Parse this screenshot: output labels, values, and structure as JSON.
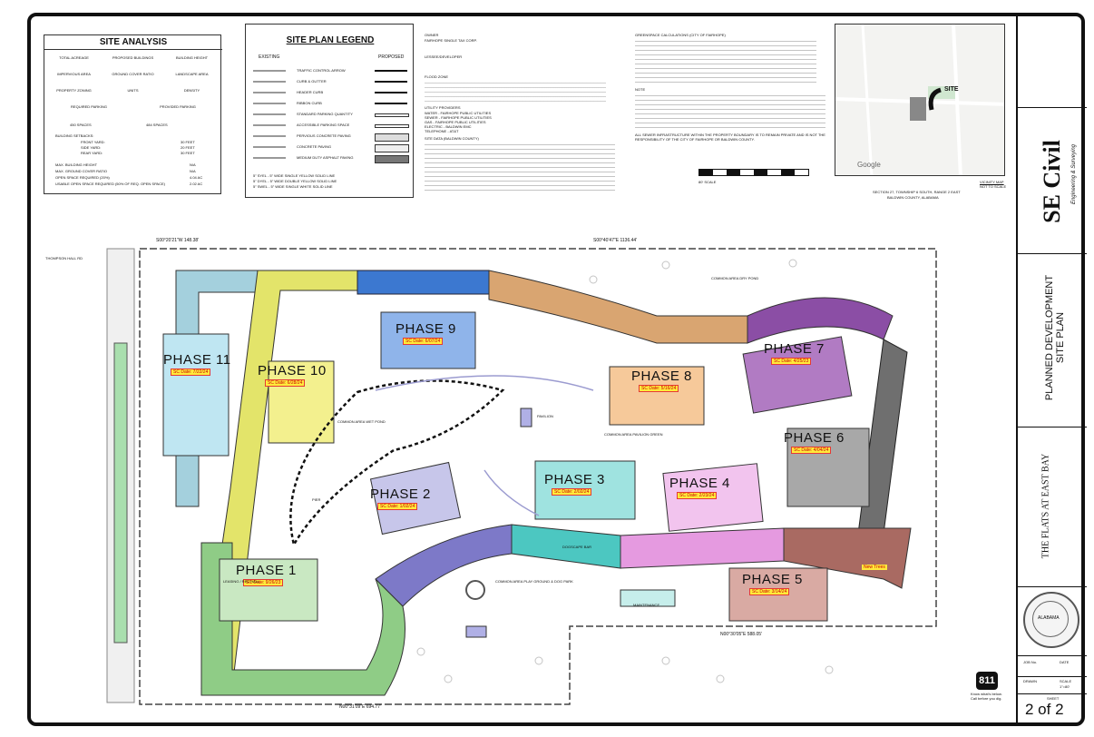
{
  "site_analysis": {
    "title": "SITE ANALYSIS",
    "rows": [
      [
        "TOTAL ACREAGE",
        "PROPOSED BUILDINGS",
        "BUILDING HEIGHT"
      ],
      [
        "IMPERVIOUS AREA",
        "GROUND COVER RATIO",
        "LANDSCAPE AREA"
      ],
      [
        "PROPERTY ZONING",
        "UNITS",
        "DENSITY"
      ],
      [
        "REQUIRED PARKING",
        "PROVIDED PARKING",
        ""
      ]
    ],
    "parking_required": "450 SPACES",
    "parking_provided": "484 SPACES",
    "setbacks_title": "BUILDING SETBACKS:",
    "setbacks": [
      {
        "label": "FRONT YARD:",
        "value": "30 FEET"
      },
      {
        "label": "SIDE YARD:",
        "value": "20 FEET"
      },
      {
        "label": "REAR YARD:",
        "value": "30 FEET"
      }
    ],
    "notes": [
      {
        "label": "MAX. BUILDING HEIGHT",
        "value": "N/A"
      },
      {
        "label": "MAX. GROUND COVER RATIO",
        "value": "N/A"
      },
      {
        "label": "OPEN SPACE REQUIRED (20%)",
        "value": "4.04 AC"
      },
      {
        "label": "USABLE OPEN SPACE REQUIRED (50% OF REQ. OPEN SPACE)",
        "value": "2.02 AC"
      }
    ]
  },
  "legend": {
    "title": "SITE PLAN LEGEND",
    "col_existing": "EXISTING",
    "col_proposed": "PROPOSED",
    "items": [
      "TRAFFIC CONTROL ARROW",
      "CURB & GUTTER",
      "HEADER CURB",
      "RIBBON CURB",
      "STANDARD PARKING QUANTITY",
      "ACCESSIBLE PARKING SPACE",
      "PERVIOUS CONCRETE PAVING",
      "CONCRETE PAVING",
      "MEDIUM DUTY ASPHALT PAVING"
    ],
    "striping": [
      "5\" SYEL - 5\" WIDE SINGLE YELLOW SOLID LINE",
      "5\" DYEL - 5\" WIDE DOUBLE YELLOW SOLID LINE",
      "5\" SWEL - 5\" WIDE SINGLE WHITE SOLID LINE"
    ]
  },
  "info_headings": {
    "owner": "OWNER",
    "owner_name": "FAIRHOPE SINGLE TAX CORP.",
    "developer": "LESSEE/DEVELOPER",
    "flood": "FLOOD ZONE",
    "utility": "UTILITY PROVIDERS",
    "utilities": [
      "WATER - FAIRHOPE PUBLIC UTILITIES",
      "SEWER - FAIRHOPE PUBLIC UTILITIES",
      "GAS - FAIRHOPE PUBLIC UTILITIES",
      "ELECTRIC - BALDWIN EMC",
      "TELEPHONE - AT&T"
    ],
    "site_data": "SITE DATA (BALDWIN COUNTY)",
    "greenspace": "GREENSPACE CALCULATIONS (CITY OF FAIRHOPE)",
    "note": "NOTE",
    "note_text": "ALL SEWER INFRASTRUCTURE WITHIN THE PROPERTY BOUNDARY IS TO REMAIN PRIVATE AND IS NOT THE RESPONSIBILITY OF THE CITY OF FAIRHOPE OR BALDWIN COUNTY."
  },
  "vicinity": {
    "site_label": "SITE",
    "caption": "VICINITY MAP",
    "caption_sub": "NOT TO SCALE",
    "section": "SECTION 27, TOWNSHIP 6 SOUTH, RANGE 2 EAST",
    "county": "BALDWIN COUNTY, ALABAMA",
    "map_brand": "Google"
  },
  "scale_label": "80' SCALE",
  "phases": [
    {
      "name": "PHASE 1",
      "sc": "SC Date: 9/26/23",
      "color": "#c9e8c2"
    },
    {
      "name": "PHASE 2",
      "sc": "SC Date: 1/02/24",
      "color": "#c7c6ea"
    },
    {
      "name": "PHASE 3",
      "sc": "SC Date: 2/02/24",
      "color": "#9fe3e0"
    },
    {
      "name": "PHASE 4",
      "sc": "SC Date: 2/23/24",
      "color": "#f2c4ee"
    },
    {
      "name": "PHASE 5",
      "sc": "SC Date: 3/14/24",
      "color": "#d9aaa3"
    },
    {
      "name": "PHASE 6",
      "sc": "SC Date: 4/04/24",
      "color": "#a8a8a8"
    },
    {
      "name": "PHASE 7",
      "sc": "SC Date: 4/25/23",
      "color": "#b17bc3"
    },
    {
      "name": "PHASE 8",
      "sc": "SC Date: 5/16/24",
      "color": "#f6c99a"
    },
    {
      "name": "PHASE 9",
      "sc": "SC Date: 6/07/24",
      "color": "#5b8fd8"
    },
    {
      "name": "PHASE 10",
      "sc": "SC Date: 6/28/24",
      "color": "#f3f08e"
    },
    {
      "name": "PHASE 11",
      "sc": "SC Date: 7/22/24",
      "color": "#bfe6f2"
    }
  ],
  "plan_labels": {
    "common_area_wet_pond": "COMMON AREA WET POND",
    "common_area_dry_pond": "COMMON AREA DRY POND",
    "common_area_pavilion_green": "COMMON AREA PAVILION GREEN",
    "common_area_play": "COMMON AREA PLAY GROUND & DOG PARK",
    "pavilion": "PAVILION",
    "pier": "PIER",
    "maintenance": "MAINTENANCE",
    "dogscape": "DOGSCAPE BAR",
    "leasing": "LEASING / REC HALL",
    "new_trees": "New Trees",
    "thompson_hall_rd": "THOMPSON HALL RD",
    "bearing_top_left": "S00°20'21\"W 148.38'",
    "bearing_top_right": "S00°40'47\"E 1136.44'",
    "bearing_bottom_right": "N00°30'05\"E 588.05'",
    "bearing_bottom_left": "N00°31'09\"E 694.77'"
  },
  "title_block": {
    "firm": "SE Civil",
    "firm_sub": "Engineering & Surveying",
    "sheet_title_1": "PLANNED DEVELOPMENT",
    "sheet_title_2": "SITE PLAN",
    "project": "THE FLATS AT EAST BAY",
    "job_no_label": "JOB No.",
    "date_label": "DATE",
    "drawn_label": "DRAWN",
    "scale_label": "SCALE",
    "scale_value": "1\"=80'",
    "sheet_label": "SHEET",
    "sheet_value": "2 of 2",
    "call811": "811",
    "call_text_1": "Know what's below.",
    "call_text_2": "Call before you dig.",
    "seal_text": "ALABAMA"
  }
}
